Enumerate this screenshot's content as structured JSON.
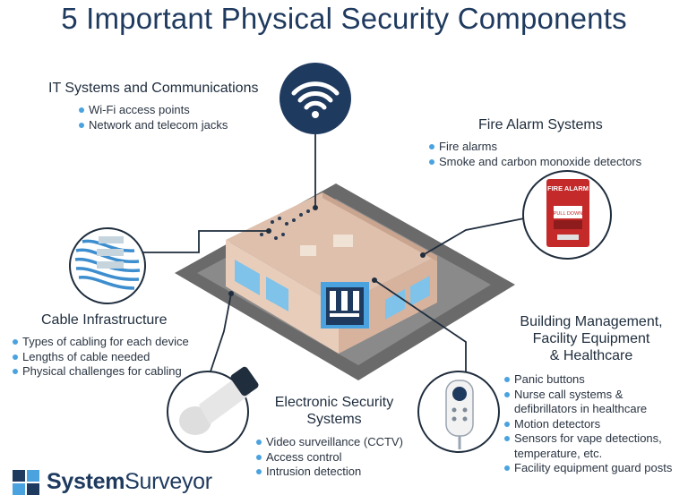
{
  "title": "5 Important Physical Security Components",
  "sections": {
    "it": {
      "title": "IT Systems and Communications",
      "items": [
        "Wi-Fi access points",
        "Network and telecom jacks"
      ]
    },
    "fire": {
      "title": "Fire Alarm Systems",
      "items": [
        "Fire alarms",
        "Smoke and carbon monoxide detectors"
      ],
      "sign_top": "FIRE ALARM",
      "sign_pull": "PULL DOWN"
    },
    "cable": {
      "title": "Cable Infrastructure",
      "items": [
        "Types of cabling for each device",
        "Lengths of cable needed",
        "Physical challenges for cabling"
      ]
    },
    "building": {
      "title_lines": [
        "Building Management,",
        "Facility Equipment",
        "& Healthcare"
      ],
      "items": [
        "Panic buttons",
        "Nurse call systems & defibrillators in healthcare",
        "Motion detectors",
        "Sensors for vape detections, temperature, etc.",
        "Facility equipment guard posts"
      ]
    },
    "electronic": {
      "title_lines": [
        "Electronic Security",
        "Systems"
      ],
      "items": [
        "Video surveillance (CCTV)",
        "Access control",
        "Intrusion detection"
      ]
    }
  },
  "brand": {
    "name_bold": "System",
    "name_light": "Surveyor"
  },
  "colors": {
    "title": "#1f3a5f",
    "bullet": "#4aa3df",
    "icon_circle": "#1f3a5f",
    "building_wall": "#e9cdbb",
    "ground": "#6b6b6b"
  }
}
